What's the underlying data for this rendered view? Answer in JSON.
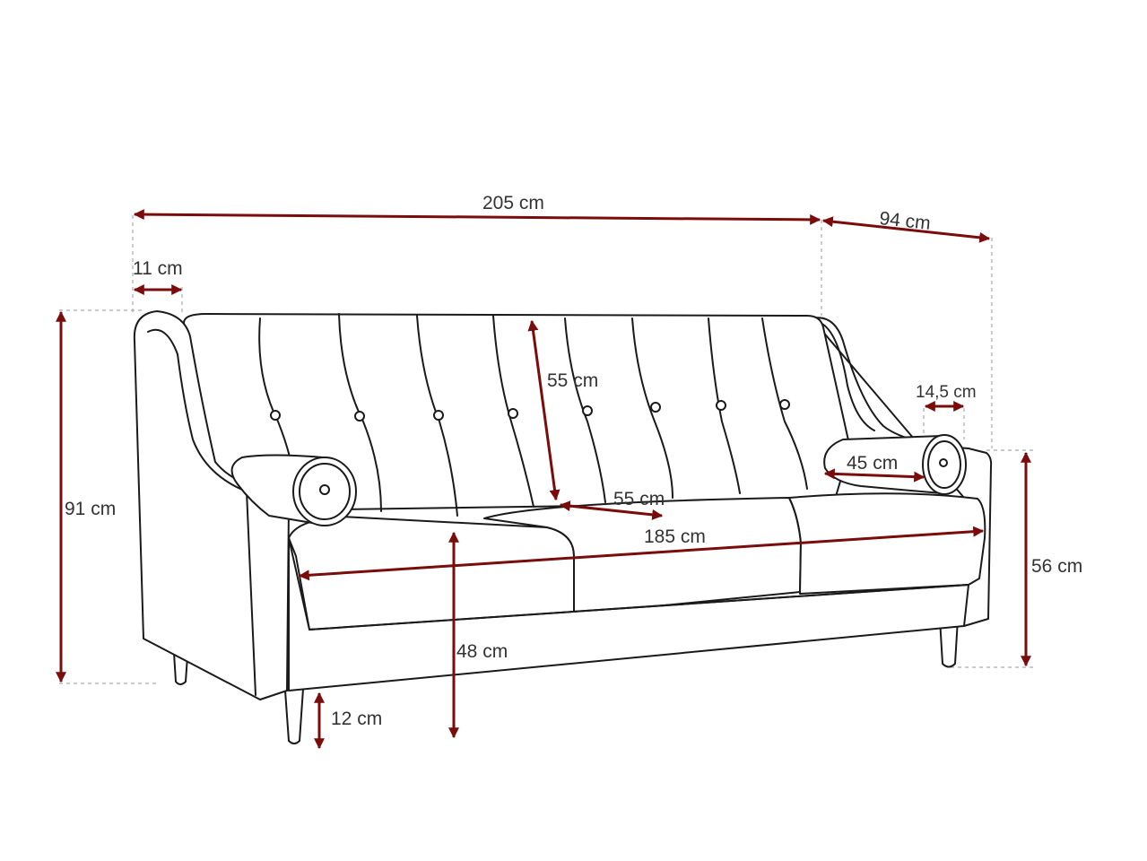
{
  "diagram": {
    "subject": "sofa",
    "arrow_color": "#7a0c0c",
    "dimensions": {
      "total_width": "205 cm",
      "depth": "94 cm",
      "arm_width": "11 cm",
      "total_height": "91 cm",
      "backrest_height": "55 cm",
      "bolster_diameter": "14,5 cm",
      "bolster_length": "45 cm",
      "seat_depth": "55 cm",
      "seat_width": "185 cm",
      "arm_height": "56 cm",
      "seat_height": "48 cm",
      "leg_height": "12 cm"
    }
  }
}
